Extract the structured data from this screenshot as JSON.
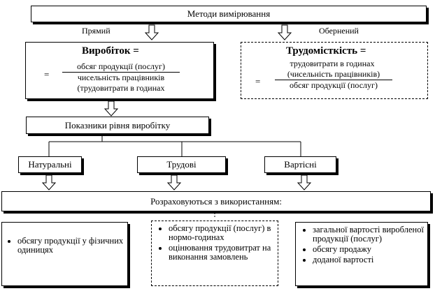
{
  "header": {
    "title": "Методи вимірювання"
  },
  "branch_labels": {
    "left": "Прямий",
    "right": "Обернений"
  },
  "vyrobitok": {
    "title": "Виробіток =",
    "eq": "=",
    "numerator": "обсяг продукції (послуг)",
    "denominator_1": "чисельність працівників",
    "denominator_2": "(трудовитрати в годинах"
  },
  "trudomistkist": {
    "title": "Трудомісткість =",
    "eq": "=",
    "numerator_1": "трудовитрати в годинах",
    "numerator_2": "(чисельність працівників)",
    "denominator": "обсяг продукції (послуг)"
  },
  "indicators": {
    "title": "Показники рівня виробітку"
  },
  "categories": [
    "Натуральні",
    "Трудові",
    "Вартісні"
  ],
  "calc": {
    "title": "Розраховуються з використанням:"
  },
  "lists": {
    "natural": [
      "обсягу продукції у фізичних одиницях"
    ],
    "labor": [
      "обсягу продукції (послуг) в нормо-годинах",
      "оцінювання трудовитрат на виконання замовлень"
    ],
    "value": [
      "загальної вартості виробленої продукції (послуг)",
      "обсягу продажу",
      "доданої вартості"
    ]
  }
}
